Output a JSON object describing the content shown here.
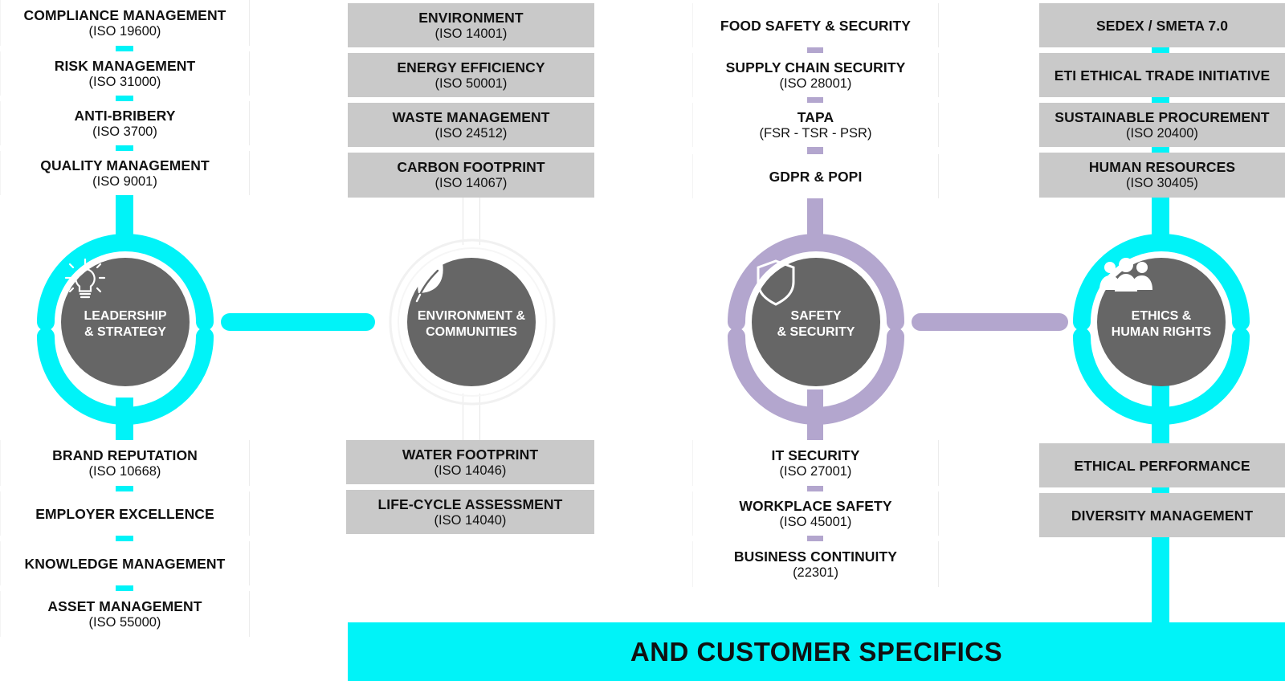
{
  "colors": {
    "cyan": "#00f3f8",
    "lavender": "#b3a6ce",
    "hub_core": "#666666",
    "grey_box": "#c9c9c9"
  },
  "hubs": {
    "leadership": {
      "label_line1": "LEADERSHIP",
      "label_line2": "& STRATEGY",
      "icon": "lightbulb-icon"
    },
    "environment": {
      "label_line1": "ENVIRONMENT &",
      "label_line2": "COMMUNITIES",
      "icon": "leaf-icon"
    },
    "safety": {
      "label_line1": "SAFETY",
      "label_line2": "& SECURITY",
      "icon": "shield-icon"
    },
    "ethics": {
      "label_line1": "ETHICS &",
      "label_line2": "HUMAN RIGHTS",
      "icon": "people-icon"
    }
  },
  "leadership_items": [
    {
      "title": "COMPLIANCE MANAGEMENT",
      "sub": "(ISO 19600)"
    },
    {
      "title": "RISK MANAGEMENT",
      "sub": "(ISO 31000)"
    },
    {
      "title": "ANTI-BRIBERY",
      "sub": "(ISO 3700)"
    },
    {
      "title": "QUALITY MANAGEMENT",
      "sub": "(ISO 9001)"
    },
    {
      "title": "BRAND REPUTATION",
      "sub": "(ISO 10668)"
    },
    {
      "title": "EMPLOYER EXCELLENCE",
      "sub": ""
    },
    {
      "title": "KNOWLEDGE MANAGEMENT",
      "sub": ""
    },
    {
      "title": "ASSET MANAGEMENT",
      "sub": "(ISO 55000)"
    }
  ],
  "environment_items": [
    {
      "title": "ENVIRONMENT",
      "sub": "(ISO 14001)"
    },
    {
      "title": "ENERGY EFFICIENCY",
      "sub": "(ISO 50001)"
    },
    {
      "title": "WASTE MANAGEMENT",
      "sub": "(ISO 24512)"
    },
    {
      "title": "CARBON FOOTPRINT",
      "sub": "(ISO 14067)"
    },
    {
      "title": "WATER FOOTPRINT",
      "sub": "(ISO 14046)"
    },
    {
      "title": "LIFE-CYCLE ASSESSMENT",
      "sub": "(ISO 14040)"
    }
  ],
  "safety_items": [
    {
      "title": "FOOD SAFETY & SECURITY",
      "sub": ""
    },
    {
      "title": "SUPPLY CHAIN SECURITY",
      "sub": "(ISO 28001)"
    },
    {
      "title": "TAPA",
      "sub": "(FSR - TSR - PSR)"
    },
    {
      "title": "GDPR & POPI",
      "sub": ""
    },
    {
      "title": "IT SECURITY",
      "sub": "(ISO 27001)"
    },
    {
      "title": "WORKPLACE SAFETY",
      "sub": "(ISO 45001)"
    },
    {
      "title": "BUSINESS CONTINUITY",
      "sub": "(22301)"
    }
  ],
  "ethics_items": [
    {
      "title": "SEDEX / SMETA 7.0",
      "sub": ""
    },
    {
      "title": "ETI ETHICAL TRADE INITIATIVE",
      "sub": ""
    },
    {
      "title": "SUSTAINABLE PROCUREMENT",
      "sub": "(ISO 20400)"
    },
    {
      "title": "HUMAN RESOURCES",
      "sub": "(ISO 30405)"
    },
    {
      "title": "ETHICAL PERFORMANCE",
      "sub": ""
    },
    {
      "title": "DIVERSITY MANAGEMENT",
      "sub": ""
    }
  ],
  "banner": {
    "text": "AND CUSTOMER SPECIFICS"
  }
}
